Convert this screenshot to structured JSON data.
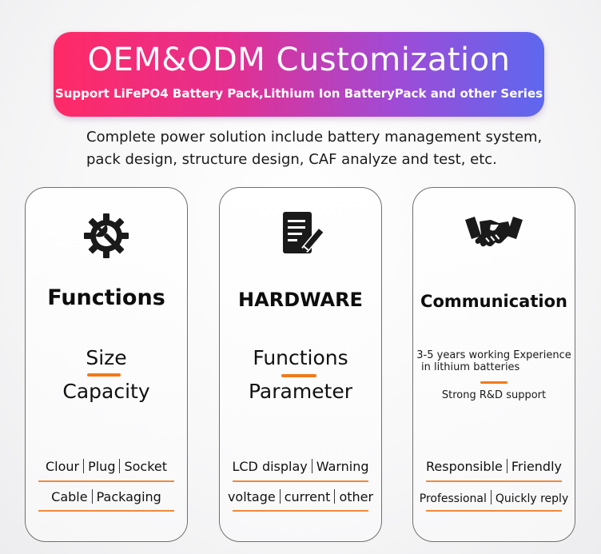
{
  "banner": {
    "title": "OEM&ODM Customization",
    "subtitle": "Support LiFePO4 Battery Pack,Lithium Ion BatteryPack and other Series"
  },
  "intro": {
    "line1": "Complete power solution include battery management system,",
    "line2": "pack design, structure design, CAF analyze and test, etc."
  },
  "colors": {
    "banner_start": "#ff2a66",
    "banner_end": "#5d68ef",
    "accent": "#f07a1a"
  },
  "cards": [
    {
      "icon": "gear-wrench-icon",
      "title": "Functions",
      "primary": [
        "Size",
        "Capacity"
      ],
      "options": [
        [
          "Clour",
          "Plug",
          "Socket"
        ],
        [
          "Cable",
          "Packaging"
        ]
      ]
    },
    {
      "icon": "document-pen-icon",
      "title": "HARDWARE",
      "primary": [
        "Functions",
        "Parameter"
      ],
      "options": [
        [
          "LCD display",
          "Warning"
        ],
        [
          "voltage",
          "current",
          "other"
        ]
      ]
    },
    {
      "icon": "handshake-icon",
      "title": "Communication",
      "details": [
        "3-5 years working Experience",
        "in lithium batteries",
        "Strong R&D support"
      ],
      "options": [
        [
          "Responsible",
          "Friendly"
        ],
        [
          "Professional",
          "Quickly reply"
        ]
      ]
    }
  ]
}
